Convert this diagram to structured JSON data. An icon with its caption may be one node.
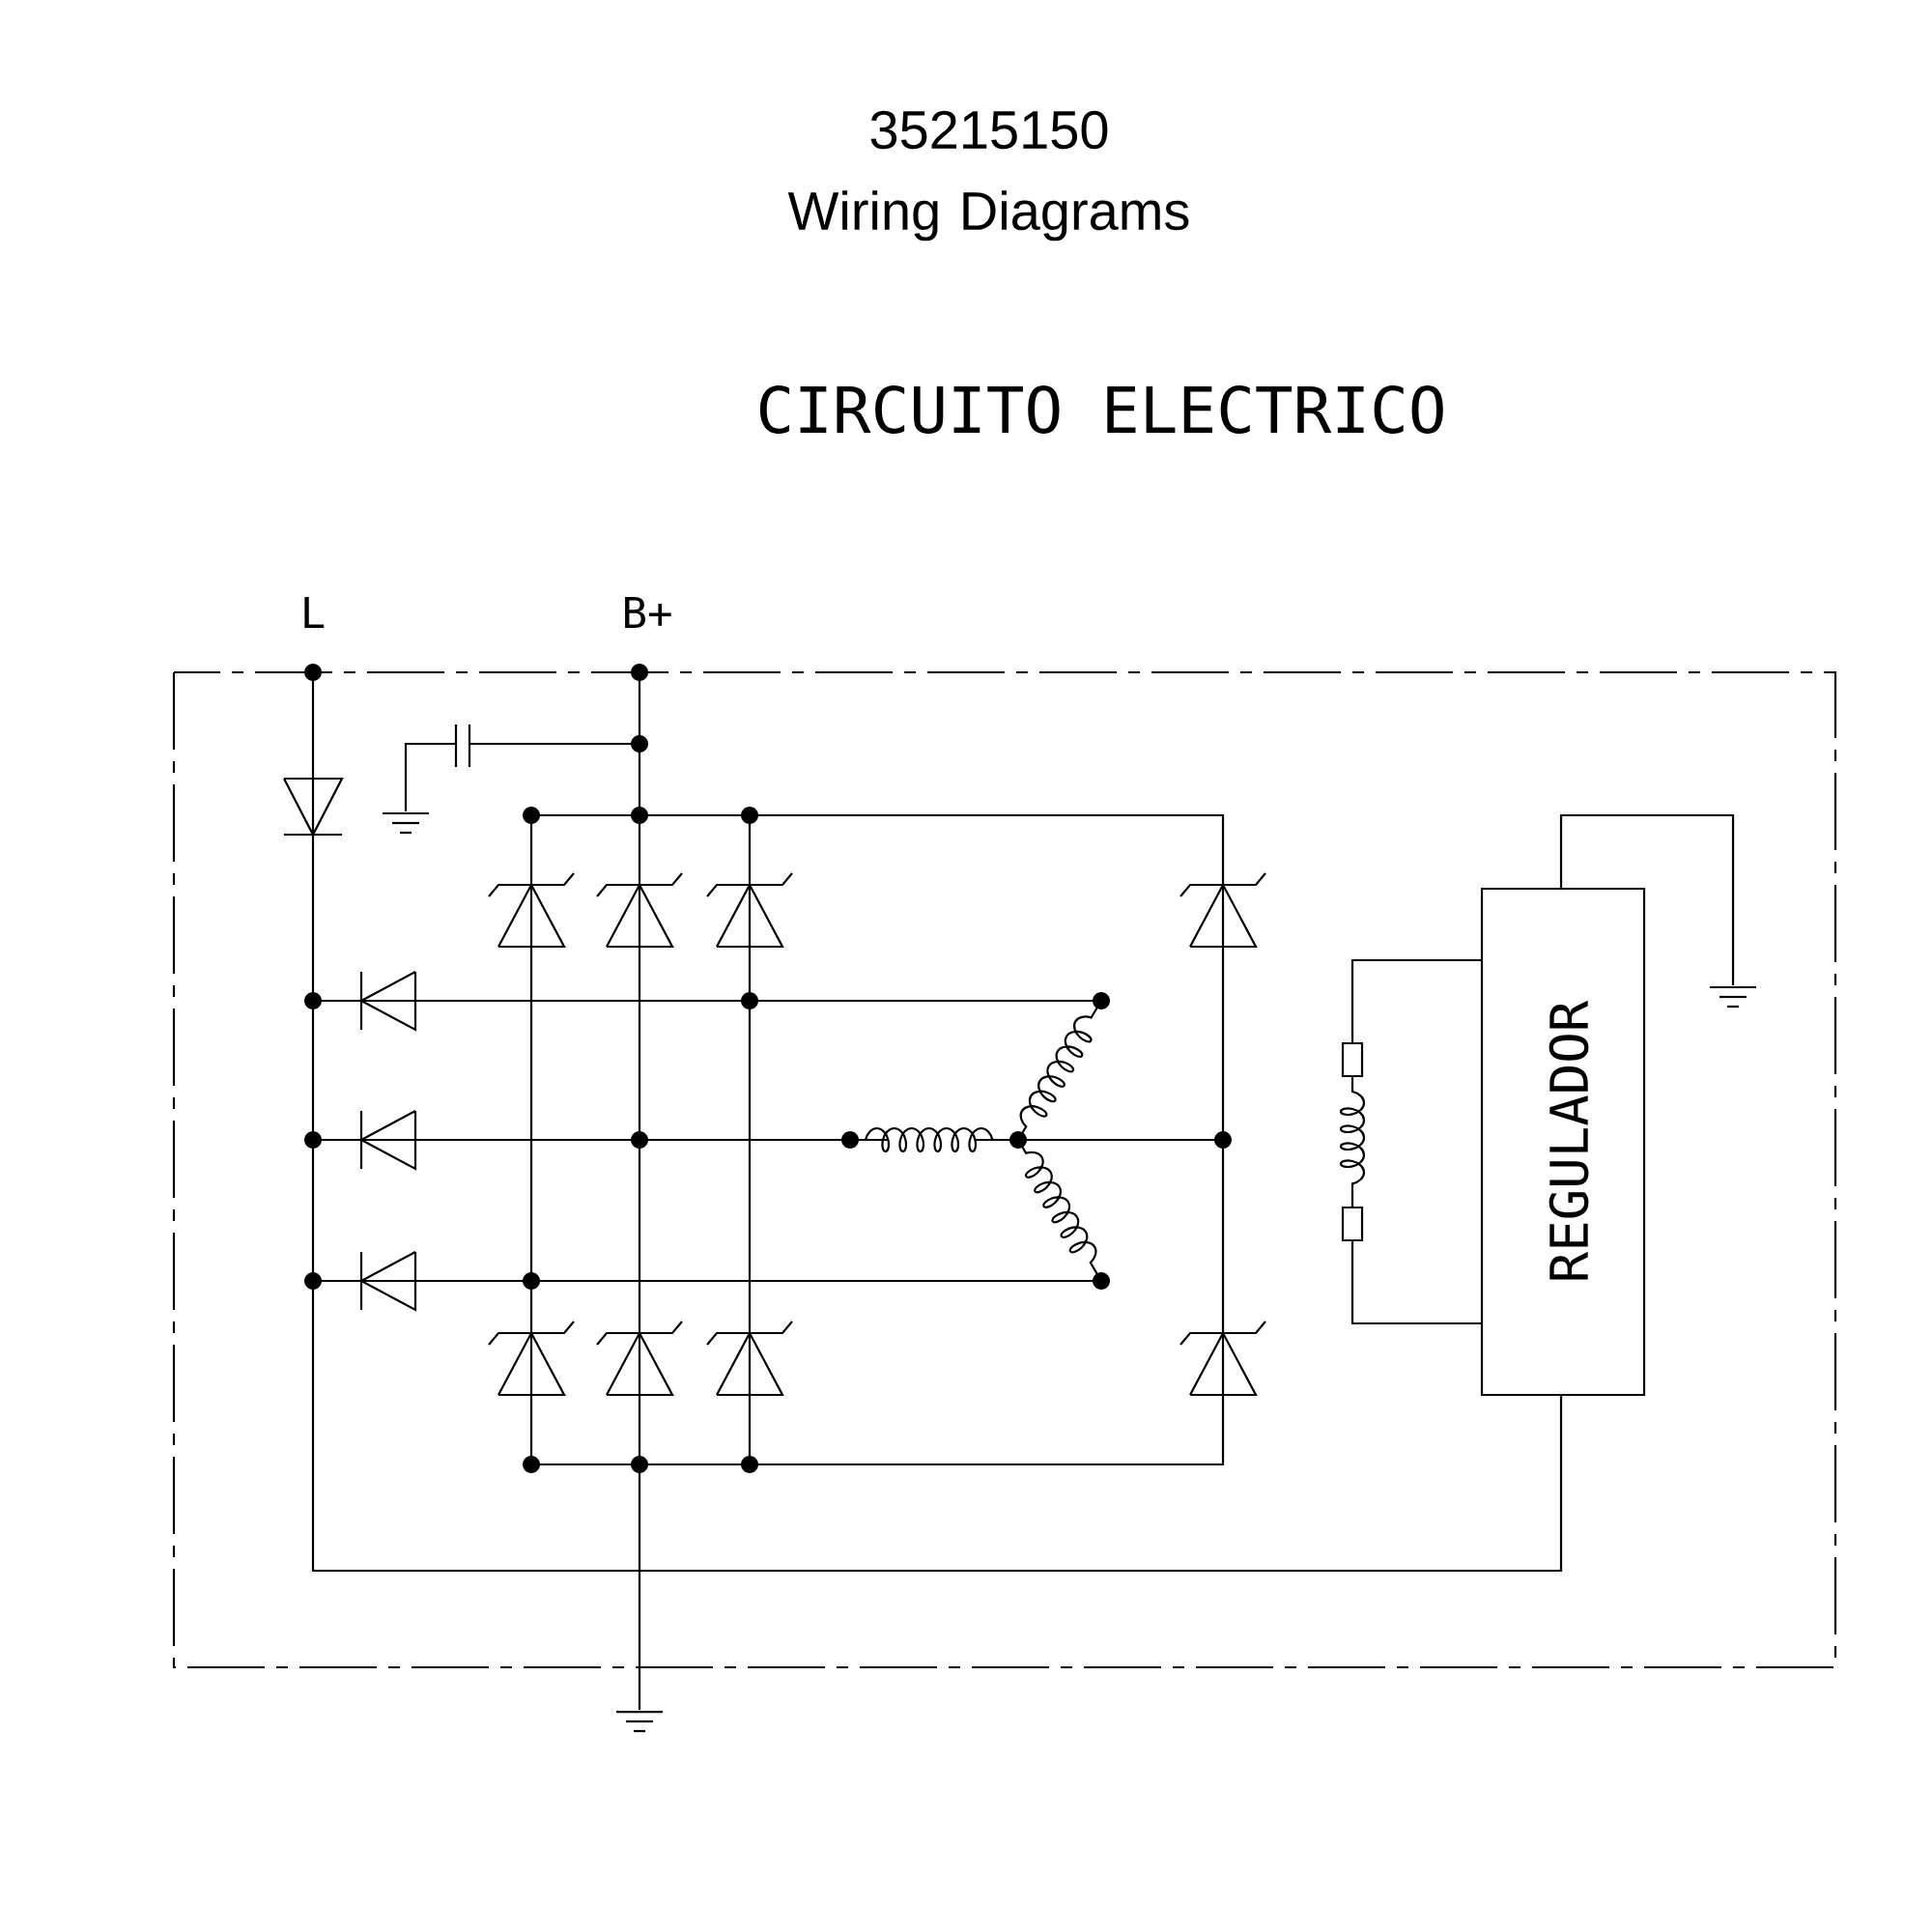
{
  "diagram": {
    "title": "35215150 Wiring Diagrams",
    "nodes": [
      {
        "text": [
          "REGULADOR"
        ]
      }
    ],
    "labels": [
      "CIRCUITO ELECTRICO",
      "L",
      "B+"
    ]
  }
}
